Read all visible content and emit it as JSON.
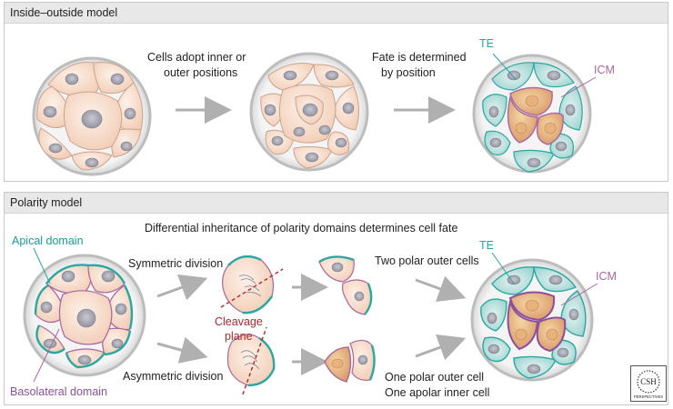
{
  "panel1": {
    "title": "Inside–outside model",
    "step1_line1": "Cells adopt inner or",
    "step1_line2": "outer positions",
    "step2_line1": "Fate is determined",
    "step2_line2": "by position",
    "label_te": "TE",
    "label_icm": "ICM"
  },
  "panel2": {
    "title": "Polarity model",
    "subtitle": "Differential inheritance of polarity domains determines cell fate",
    "apical": "Apical domain",
    "basolateral": "Basolateral domain",
    "symmetric": "Symmetric division",
    "asymmetric": "Asymmetric division",
    "cleavage_line1": "Cleavage",
    "cleavage_line2": "plane",
    "two_polar": "Two polar outer cells",
    "one_polar": "One polar outer cell",
    "one_apolar": "One apolar inner cell",
    "label_te": "TE",
    "label_icm": "ICM"
  },
  "logo": {
    "text": "CSH",
    "subtext": "PERSPECTIVES"
  },
  "colors": {
    "cell_fill": "#f6dccb",
    "te": "#2aa7a0",
    "icm": "#a7679f",
    "cleavage": "#b3262c",
    "arrow": "#b0b0b0"
  }
}
